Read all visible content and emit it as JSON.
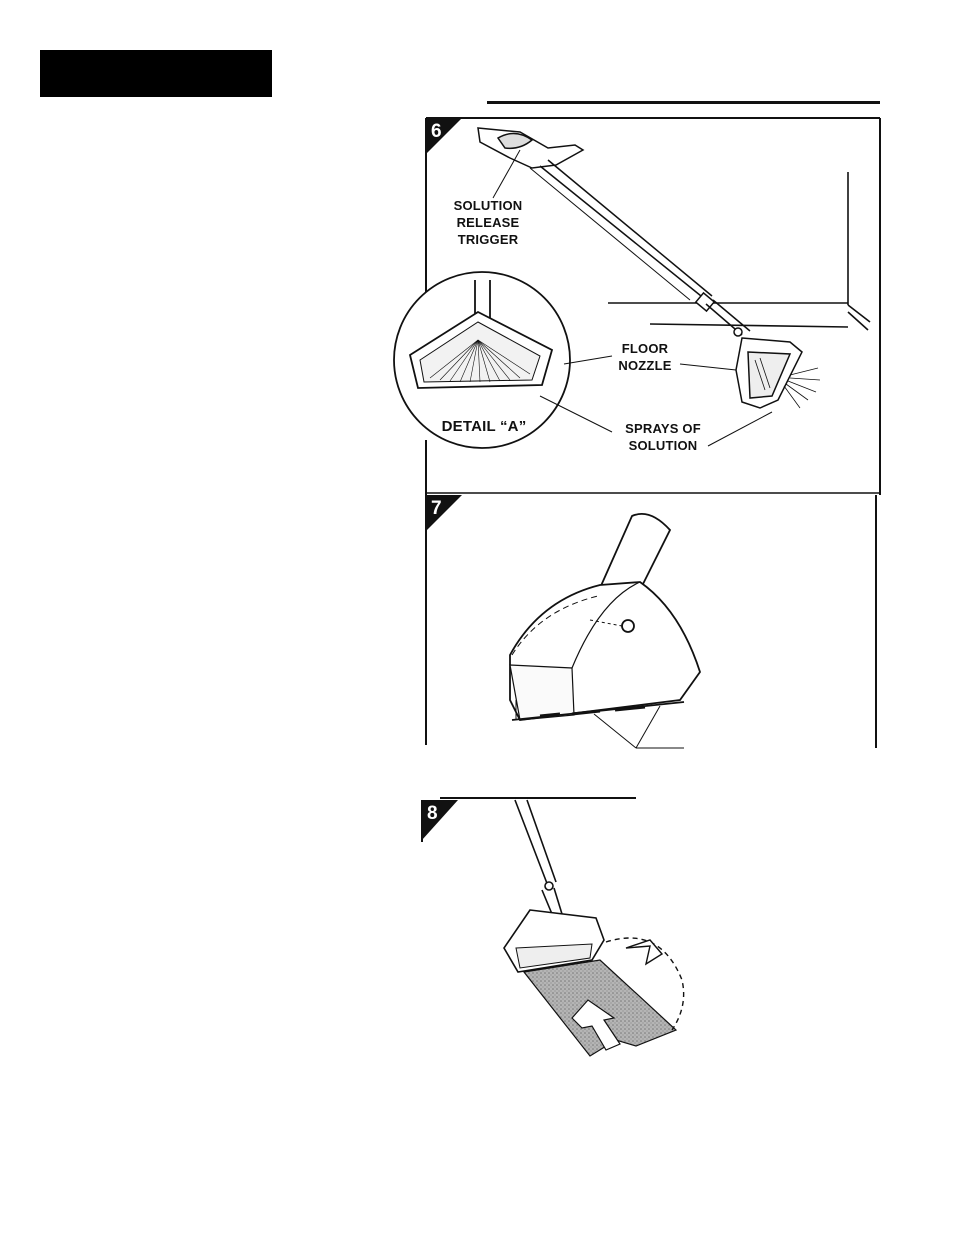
{
  "steps": [
    {
      "number": "6"
    },
    {
      "number": "7"
    },
    {
      "number": "8"
    }
  ],
  "callouts": {
    "trigger_line1": "SOLUTION",
    "trigger_line2": "RELEASE",
    "trigger_line3": "TRIGGER",
    "nozzle_line1": "FLOOR",
    "nozzle_line2": "NOZZLE",
    "sprays_line1": "SPRAYS OF",
    "sprays_line2": "SOLUTION",
    "detail": "DETAIL “A”"
  },
  "colors": {
    "ink": "#111111",
    "shade": "#9a9a9a"
  }
}
